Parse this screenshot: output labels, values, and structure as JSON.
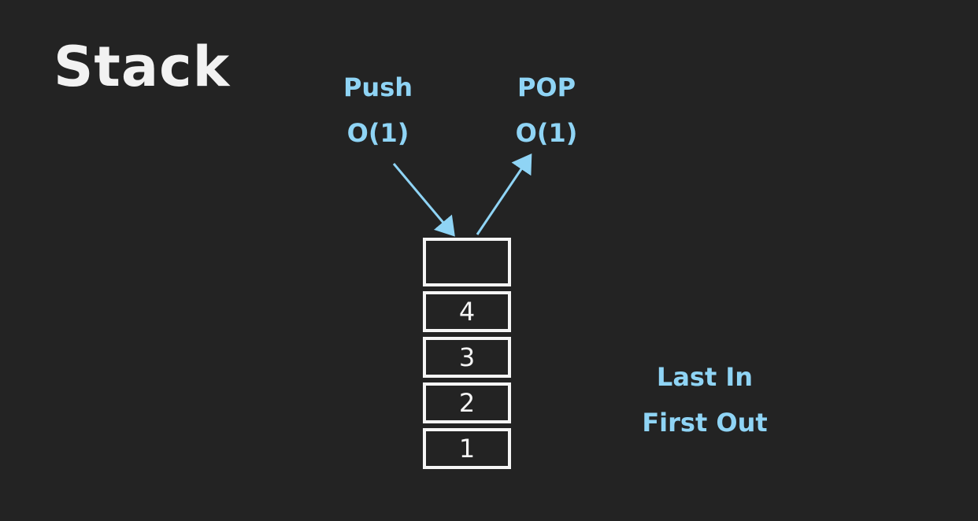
{
  "title": "Stack",
  "operations": {
    "push": {
      "name": "Push",
      "complexity": "O(1)"
    },
    "pop": {
      "name": "POP",
      "complexity": "O(1)"
    }
  },
  "stack": {
    "top_slot": "",
    "items": [
      "4",
      "3",
      "2",
      "1"
    ]
  },
  "note": {
    "line1": "Last In",
    "line2": "First Out"
  },
  "colors": {
    "background": "#232323",
    "accent": "#8fd4f5",
    "ink": "#f5f5f5"
  }
}
